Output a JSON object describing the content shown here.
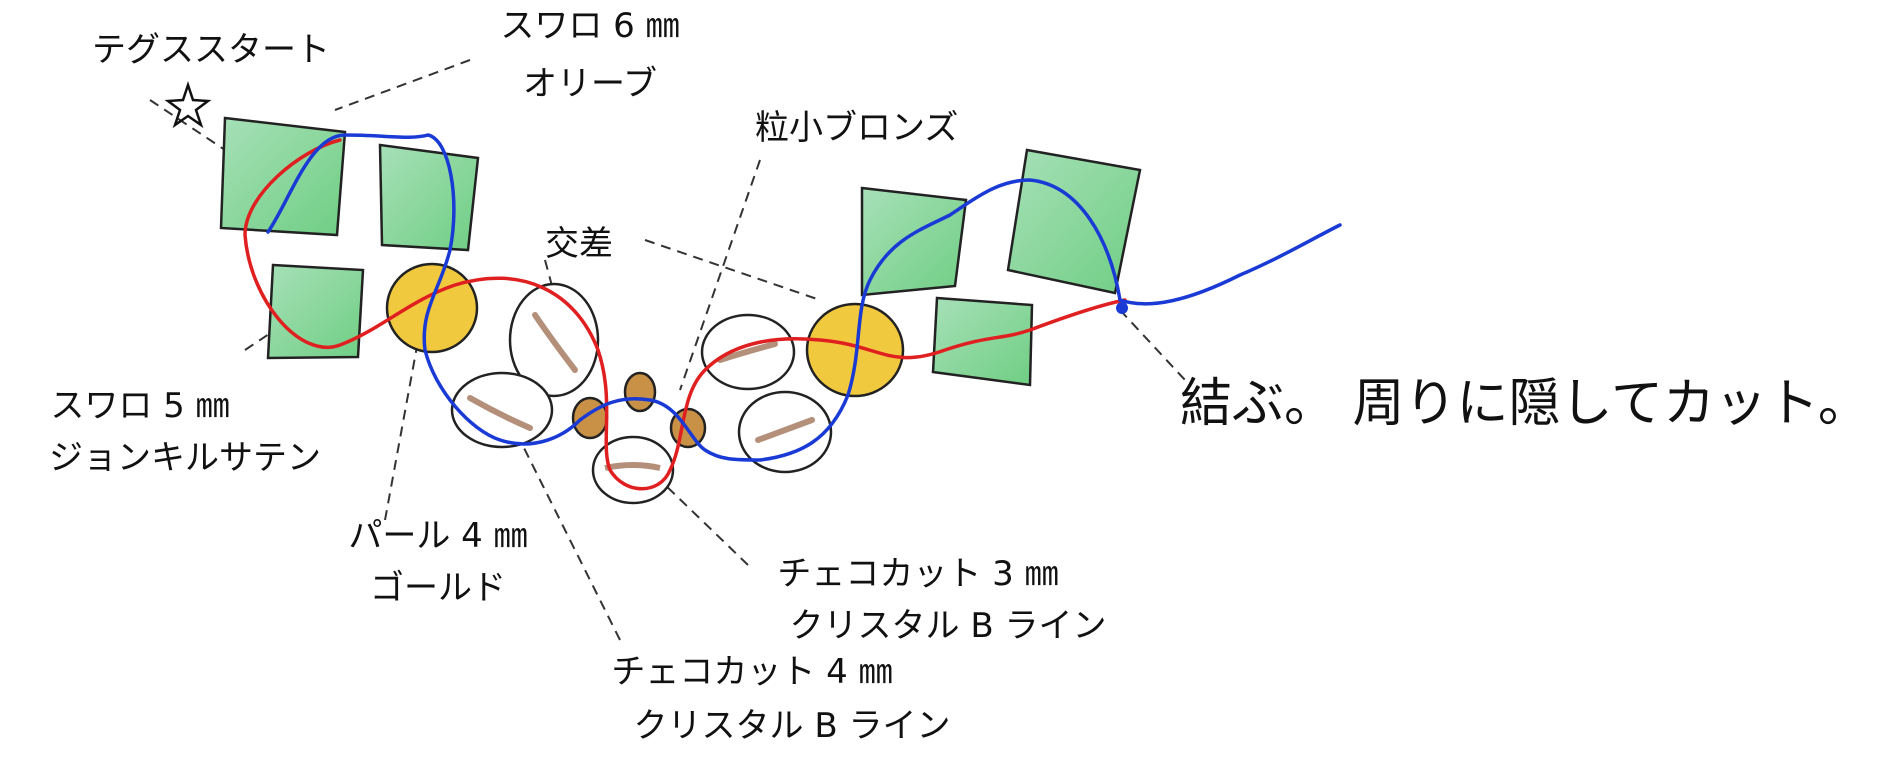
{
  "labels": {
    "tegusu_start": "テグススタート",
    "swaro6_line1": "スワロ 6 ㎜",
    "swaro6_line2": "オリーブ",
    "ryu_small_bronze": "粒小ブロンズ",
    "kousa": "交差",
    "swaro5_line1": "スワロ 5 ㎜",
    "swaro5_line2": "ジョンキルサテン",
    "pearl_line1": "パール 4 ㎜",
    "pearl_line2": "ゴールド",
    "czech3_line1": "チェコカット 3 ㎜",
    "czech3_line2": "クリスタル B ライン",
    "czech4_line1": "チェコカット 4 ㎜",
    "czech4_line2": "クリスタル B ライン",
    "tie_note": "結ぶ。 周りに隠してカット。"
  },
  "colors": {
    "swaro_green": "#6fce83",
    "swaro_green_light": "#a7e0b8",
    "pearl_gold": "#f1c93e",
    "bronze": "#c99146",
    "czech_brown": "#9b6b4e",
    "thread_red": "#e02020",
    "thread_blue": "#1a3ad6",
    "outline": "#222222"
  }
}
